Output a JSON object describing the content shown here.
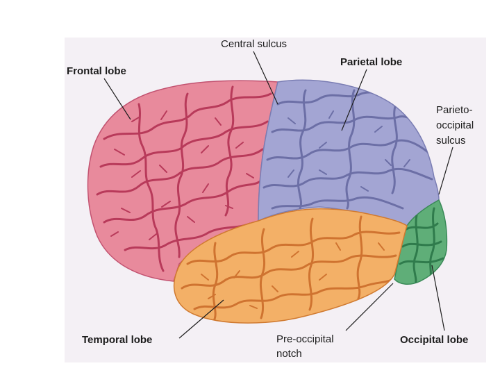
{
  "labels": {
    "frontal": "Frontal lobe",
    "central_sulcus": "Central sulcus",
    "parietal": "Parietal lobe",
    "parieto_occipital_line1": "Parieto-",
    "parieto_occipital_line2": "occipital",
    "parieto_occipital_line3": "sulcus",
    "temporal": "Temporal lobe",
    "pre_occipital_line1": "Pre-occipital",
    "pre_occipital_line2": "notch",
    "occipital": "Occipital lobe"
  },
  "colors": {
    "frontal": "#e88a9c",
    "frontal_sulci": "#b83a5a",
    "parietal": "#a3a5d3",
    "parietal_sulci": "#6c6fa6",
    "temporal": "#f3b067",
    "temporal_sulci": "#cf7330",
    "occipital": "#5fae78",
    "occipital_sulci": "#2f7b4c",
    "panel": "#f4f0f5",
    "text": "#1c1c1c"
  }
}
